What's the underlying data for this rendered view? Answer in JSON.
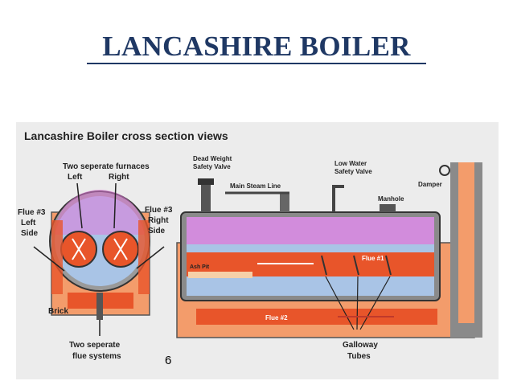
{
  "title": "LANCASHIRE BOILER",
  "page_number": "6",
  "figure": {
    "heading": "Lancashire Boiler  cross section views",
    "labels": {
      "furnaces": "Two seperate furnaces",
      "left": "Left",
      "right": "Right",
      "flue3_left_1": "Flue #3",
      "flue3_left_2": "Left",
      "flue3_left_3": "Side",
      "flue3_right_1": "Flue #3",
      "flue3_right_2": "Right",
      "flue3_right_3": "Side",
      "brick": "Brick",
      "flue_systems_1": "Two seperate",
      "flue_systems_2": "flue systems",
      "dead_weight_1": "Dead Weight",
      "dead_weight_2": "Safety Valve",
      "main_steam": "Main Steam Line",
      "low_water_1": "Low Water",
      "low_water_2": "Safety Valve",
      "damper": "Damper",
      "manhole": "Manhole",
      "flue1": "Flue #1",
      "flue2": "Flue #2",
      "ash_pit": "Ash Pit",
      "galloway_1": "Galloway",
      "galloway_2": "Tubes"
    },
    "colors": {
      "steam": "#e07ad8",
      "water": "#a9c4e6",
      "flue_hot": "#e8552a",
      "brick": "#f39c6b",
      "shell": "#8a8a8a",
      "dark": "#333333"
    }
  }
}
